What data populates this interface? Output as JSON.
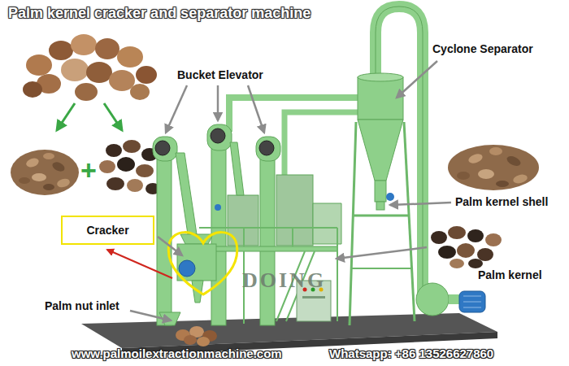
{
  "diagram": {
    "title": "Palm kernel cracker and separator machine",
    "nodes": [
      {
        "text": [
          "Cracker"
        ]
      }
    ],
    "labels": [
      "Bucket Elevator",
      "Cyclone Separator",
      "Palm kernel shell",
      "Palm kernel",
      "Palm nut inlet",
      "+",
      "DOING",
      "www.palmoilextractionmachine.com",
      "Whatsapp: +86 13526627860"
    ]
  }
}
